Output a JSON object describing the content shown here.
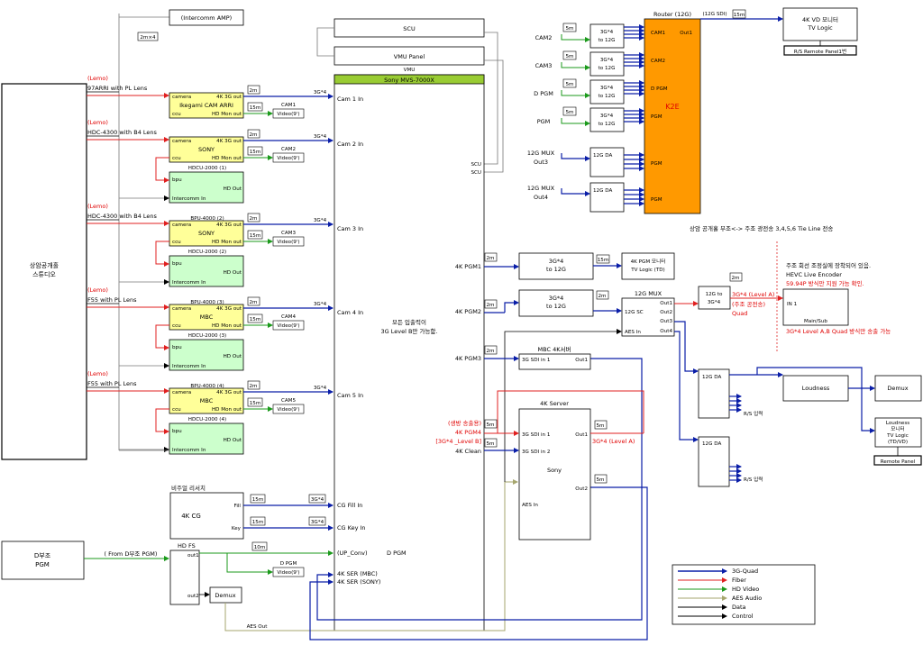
{
  "studio": {
    "label1": "상암공개홀",
    "label2": "스튜디오"
  },
  "intercomm_amp": "(Intercomm AMP)",
  "scu": "SCU",
  "vmu_panel": "VMU Panel",
  "vmu": "VMU",
  "switcher": {
    "title": "Sony MVS-7000X",
    "inputs": [
      "Cam 1 In",
      "Cam 2 In",
      "Cam 3 In",
      "Cam 4 In",
      "Cam 5 In",
      "CG Fill In",
      "CG Key In",
      "(UP_Conv)",
      "4K SER (MBC)",
      "4K SER (SONY)"
    ],
    "scu_ports": [
      "SCU",
      "SCU"
    ],
    "pgm_outputs": [
      "4K PGM1",
      "4K PGM2",
      "4K PGM3"
    ],
    "note1": "모든 입출력이",
    "note2": "3G Level B만 가능함.",
    "dpgm_label": "D PGM"
  },
  "cameras": [
    {
      "lemo": "(Lemo)",
      "type": "97ARRI with PL Lens",
      "bpu": "",
      "name": "Ikegami CAM ARRI",
      "ccu_label": "",
      "mon": "CAM1",
      "cam_n": "2m",
      "cam_m": "15m",
      "sig": "3G*4"
    },
    {
      "lemo": "(Lemo)",
      "type": "HDC-4300 with B4 Lens",
      "bpu": "",
      "name": "SONY",
      "ccu_label": "HDCU-2000 (1)",
      "mon": "CAM2",
      "cam_n": "2m",
      "cam_m": "15m",
      "sig": "3G*4"
    },
    {
      "lemo": "(Lemo)",
      "type": "HDC-4300 with B4 Lens",
      "bpu": "BPU-4000 (2)",
      "name": "SONY",
      "ccu_label": "HDCU-2000 (2)",
      "mon": "CAM3",
      "cam_n": "2m",
      "cam_m": "15m",
      "sig": "3G*4"
    },
    {
      "lemo": "(Lemo)",
      "type": "F55 with PL Lens",
      "bpu": "BPU-4000 (3)",
      "name": "MBC",
      "ccu_label": "HDCU-2000 (3)",
      "mon": "CAM4",
      "cam_n": "2m",
      "cam_m": "15m",
      "sig": "3G*4"
    },
    {
      "lemo": "(Lemo)",
      "type": "F55 with PL Lens",
      "bpu": "BPU-4000 (4)",
      "name": "MBC",
      "ccu_label": "HDCU-2000 (4)",
      "mon": "CAM5",
      "cam_n": "2m",
      "cam_m": "15m",
      "sig": "3G*4"
    }
  ],
  "cam_ports": {
    "camera": "camera",
    "ccu": "ccu",
    "out3g": "4K 3G out",
    "hdmon": "HD Mon out",
    "bpu": "bpu",
    "hdout": "HD Out",
    "intercomm": "Intercomm In",
    "video9": "Video(9')",
    "m2x4": "2m×4"
  },
  "cg": {
    "title": "비주얼 리서치",
    "name": "4K CG",
    "fill": "Fill",
    "key": "Key",
    "cable": "15m",
    "sig": "3G*4"
  },
  "dsub": {
    "label1": "D부조",
    "label2": "PGM",
    "from": "( From D부조 PGM)"
  },
  "hdfs": {
    "title": "HD FS",
    "out1": "out1",
    "out2": "out2",
    "cable": "10m",
    "dpgm": "D PGM",
    "video9": "Video(9')",
    "demux": "Demux",
    "aes_out": "AES Out"
  },
  "router": {
    "title": "Router (12G)",
    "sdi": "(12G SDI)",
    "cable": "15m",
    "ports": [
      "CAM1",
      "CAM2",
      "D PGM",
      "PGM",
      "PGM",
      "PGM"
    ],
    "out1": "Out1",
    "k2e": "K2E"
  },
  "router_inputs": [
    {
      "label": "CAM2",
      "cable": "5m",
      "conv1": "3G*4",
      "conv2": "to 12G"
    },
    {
      "label": "CAM3",
      "cable": "5m",
      "conv1": "3G*4",
      "conv2": "to 12G"
    },
    {
      "label": "D PGM",
      "cable": "5m",
      "conv1": "3G*4",
      "conv2": "to 12G"
    },
    {
      "label": "PGM",
      "cable": "5m",
      "conv1": "3G*4",
      "conv2": "to 12G"
    }
  ],
  "mux_outs": [
    {
      "l1": "12G MUX",
      "l2": "Out3",
      "da": "12G DA"
    },
    {
      "l1": "12G MUX",
      "l2": "Out4",
      "da": "12G DA"
    }
  ],
  "vd_monitor": {
    "l1": "4K VD 모니터",
    "l2": "TV Logic"
  },
  "rs_remote": "R/S Remote Panel1번",
  "tie_note": "상암 공개홀 부조<-> 주조 광전송 3,4,5,6 Tie Line 전송",
  "pgm1_conv": {
    "cable": "2m",
    "l1": "3G*4",
    "l2": "to 12G",
    "cable2": "15m",
    "mon1": "4K PGM 모니터",
    "mon2": "TV Logic (TD)"
  },
  "pgm2_conv": {
    "cable": "2m",
    "l1": "3G*4",
    "l2": "to 12G",
    "cable2": "2m"
  },
  "mux12g": {
    "title": "12G MUX",
    "sc": "12G SC",
    "aes": "AES In",
    "out1": "Out1",
    "out2": "Out2",
    "out3": "Out3",
    "out4": "Out4"
  },
  "g12to3g": {
    "l1": "12G to",
    "l2": "3G*4",
    "cable": "2m"
  },
  "hevc": {
    "note1": "주조 회선 조정실에 장착되어 있음.",
    "title": "HEVC Live Encoder",
    "note2": "59.94P 방식만 지원 가능 확인.",
    "in1": "IN 1",
    "main_sub": "Main/Sub",
    "note3": "3G*4 Level A,B Quad 방식만 송출 가능",
    "level_a": "3G*4 (Level A)",
    "jujo": "(주조 공전송)",
    "quad": "Quad"
  },
  "mbc_server": {
    "cable": "2m",
    "title": "MBC 4K서버",
    "in1": "3G SDI in 1",
    "out1": "Out1"
  },
  "server4k": {
    "title": "4K Server",
    "in1": "3G SDI in 1",
    "in2": "3G SDI in 2",
    "out1": "Out1",
    "out2": "Out2",
    "sony": "Sony",
    "aes": "AES In",
    "cable": "5m",
    "note_red1": "(생방 송출용)",
    "pgm4": "4K PGM4",
    "level_b": "[3G*4 _Level B]",
    "clean": "4K Clean",
    "level_a": "3G*4 (Level A)"
  },
  "da_boxes": [
    {
      "label": "12G DA",
      "rs": "R/S 입력"
    },
    {
      "label": "12G DA",
      "rs": "R/S 입력"
    }
  ],
  "loudness": "Loudness",
  "demux": "Demux",
  "loud_mon": {
    "l1": "Loudness",
    "l2": "모니터",
    "l3": "TV Logic",
    "l4": "(TD/VD)"
  },
  "remote_panel": "Remote Panel",
  "legend": [
    {
      "label": "3G-Quad",
      "color": "#0a1ea8"
    },
    {
      "label": "Fiber",
      "color": "#e02020"
    },
    {
      "label": "HD Video",
      "color": "#1b9a1b"
    },
    {
      "label": "AES Audio",
      "color": "#a6a66e"
    },
    {
      "label": "Data",
      "color": "#000000"
    },
    {
      "label": "Control",
      "color": "#000000"
    }
  ]
}
